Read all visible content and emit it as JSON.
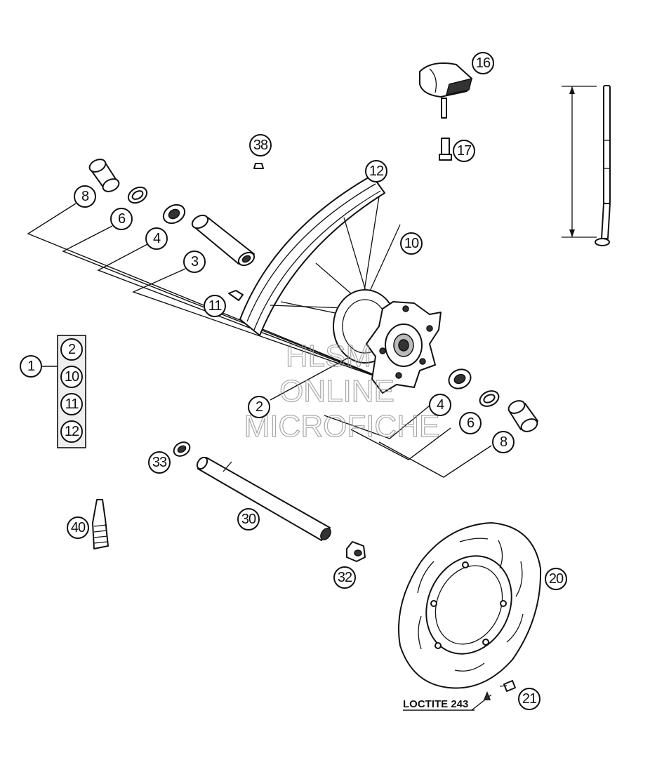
{
  "callouts": [
    {
      "id": "c16",
      "label": "16"
    },
    {
      "id": "c17",
      "label": "17"
    },
    {
      "id": "c38",
      "label": "38"
    },
    {
      "id": "c12a",
      "label": "12"
    },
    {
      "id": "c8a",
      "label": "8"
    },
    {
      "id": "c6a",
      "label": "6"
    },
    {
      "id": "c4a",
      "label": "4"
    },
    {
      "id": "c3",
      "label": "3"
    },
    {
      "id": "c10",
      "label": "10"
    },
    {
      "id": "c11",
      "label": "11"
    },
    {
      "id": "c1",
      "label": "1"
    },
    {
      "id": "c2a",
      "label": "2"
    },
    {
      "id": "c4b",
      "label": "4"
    },
    {
      "id": "c6b",
      "label": "6"
    },
    {
      "id": "c8b",
      "label": "8"
    },
    {
      "id": "c33",
      "label": "33"
    },
    {
      "id": "c30",
      "label": "30"
    },
    {
      "id": "c40",
      "label": "40"
    },
    {
      "id": "c32",
      "label": "32"
    },
    {
      "id": "c20",
      "label": "20"
    },
    {
      "id": "c21",
      "label": "21"
    }
  ],
  "group_box": [
    "2",
    "10",
    "11",
    "12"
  ],
  "note": "LOCTITE 243",
  "watermark": [
    "HLSM",
    "ONLINE",
    "MICROFICHE"
  ]
}
